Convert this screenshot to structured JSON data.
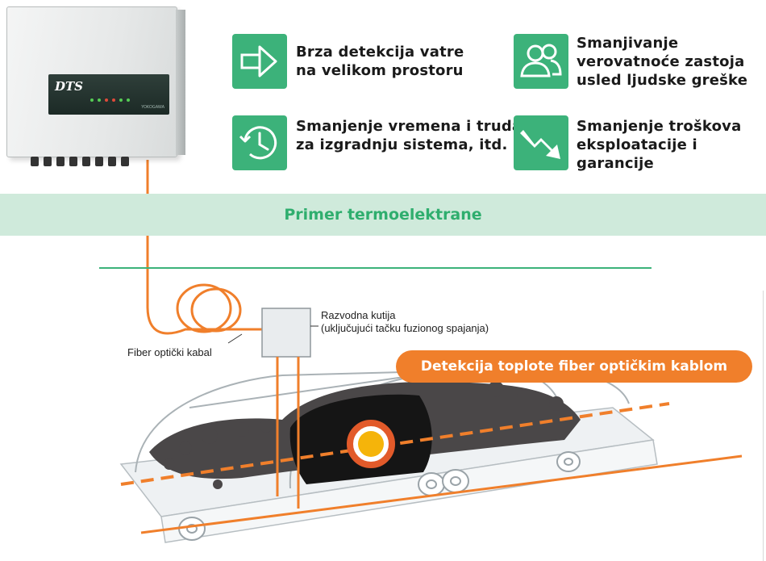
{
  "device": {
    "logo": "DTS",
    "brand": "YOKOGAWA"
  },
  "features": [
    {
      "icon": "arrow-right-icon",
      "line1": "Brza detekcija vatre",
      "line2": "na velikom prostoru"
    },
    {
      "icon": "users-icon",
      "line1": "Smanjivanje",
      "line2": "verovatnoće zastoja",
      "line3": "usled ljudske greške"
    },
    {
      "icon": "clock-icon",
      "line1": "Smanjenje vremena i truda",
      "line2": "za izgradnju sistema, itd."
    },
    {
      "icon": "trend-down-icon",
      "line1": "Smanjenje troškova",
      "line2": "eksploatacije i garancije"
    }
  ],
  "section": {
    "title": "Primer termoelektrane"
  },
  "diagram": {
    "fiber_label": "Fiber optički kabal",
    "junction_label_1": "Razvodna kutija",
    "junction_label_2": "(uključujući tačku fuzionog spajanja)",
    "detection_label": "Detekcija toplote fiber optičkim kablom"
  },
  "colors": {
    "accent_green": "#3cb27a",
    "band_green": "#cfeadb",
    "fiber_orange": "#f07f2b",
    "hotspot_yellow": "#f5b40a",
    "coal": "#2a2a2a"
  }
}
